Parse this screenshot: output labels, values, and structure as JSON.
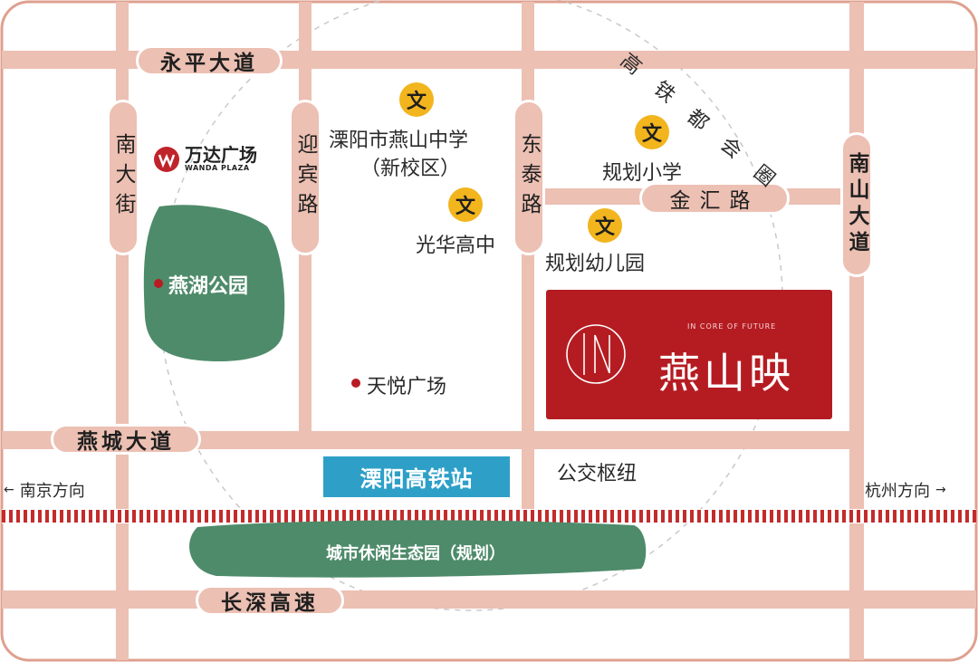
{
  "colors": {
    "road": "#ecc0b3",
    "border": "#dfa08f",
    "park": "#4e8b6a",
    "project": "#b51c22",
    "station": "#2ea0c8",
    "rail": "#c42b2b",
    "school": "#f2b51e",
    "poi_dot": "#b81c22"
  },
  "roads": {
    "yongping": "永平大道",
    "yancheng": "燕城大道",
    "changshen": "长深高速",
    "nanda": "南大街",
    "yingbin": "迎宾路",
    "dongtai": "东泰路",
    "nanshan": "南山大道",
    "jinhui": "金汇路",
    "gaotie_arc": "高铁都会圈"
  },
  "schools": [
    {
      "icon": "文",
      "name_line1": "溧阳市燕山中学",
      "name_line2": "（新校区）"
    },
    {
      "icon": "文",
      "name_line1": "光华高中"
    },
    {
      "icon": "文",
      "name_line1": "规划小学"
    },
    {
      "icon": "文",
      "name_line1": "规划幼儿园"
    }
  ],
  "wanda": {
    "logo_icon": "wanda-logo-icon",
    "name_cn": "万达广场",
    "name_en": "WANDA PLAZA"
  },
  "pois": {
    "park": "燕湖公园",
    "tianyue": "天悦广场",
    "bus_hub": "公交枢纽"
  },
  "station": "溧阳高铁站",
  "eco_park": "城市休闲生态园（规划）",
  "directions": {
    "west": "南京方向",
    "east": "杭州方向",
    "arrow": "←"
  },
  "project": {
    "tagline": "IN CORE OF FUTURE",
    "name": "燕山映",
    "logo_icon": "in-monogram-icon"
  }
}
